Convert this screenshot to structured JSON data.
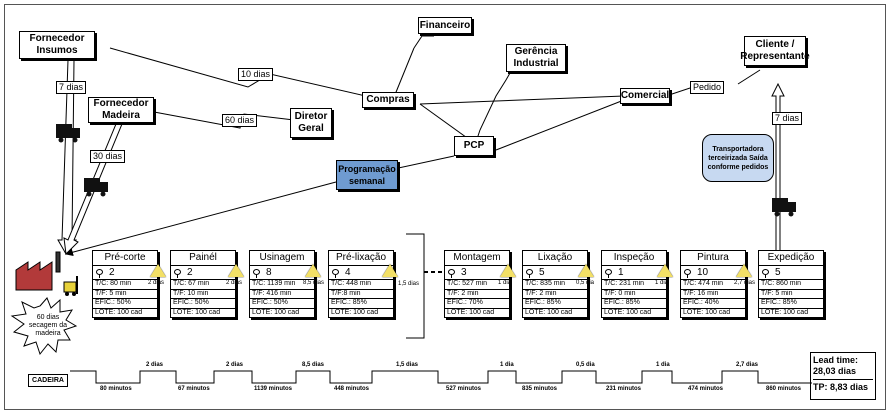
{
  "suppliers": {
    "insumos": "Fornecedor Insumos",
    "madeira": "Fornecedor Madeira"
  },
  "offices": {
    "financeiro": "Financeiro",
    "gerencia": "Gerência Industrial",
    "compras": "Compras",
    "comercial": "Comercial",
    "diretor": "Diretor Geral",
    "pcp": "PCP",
    "cliente": "Cliente / Representante"
  },
  "programacao": "Programação semanal",
  "transportadora": "Transportadora terceirizada Saída conforme pedidos",
  "info_labels": {
    "dez_dias": "10 dias",
    "sessenta_dias": "60 dias",
    "sete_dias_in": "7 dias",
    "trinta_dias": "30 dias",
    "pedido": "Pedido",
    "sete_dias_out": "7 dias"
  },
  "secagem": "60 dias secagem da madeira",
  "processes": [
    {
      "name": "Pré-corte",
      "operators": "2",
      "tc": "T/C: 80 min",
      "tf": "T/F: 5 min",
      "efic": "EFIC.: 50%",
      "lote": "LOTE: 100 cad"
    },
    {
      "name": "Painél",
      "operators": "2",
      "tc": "T/C: 67 min",
      "tf": "T/F: 10 min",
      "efic": "EFIC.: 50%",
      "lote": "LOTE: 100 cad"
    },
    {
      "name": "Usinagem",
      "operators": "8",
      "tc": "T/C: 1139 min",
      "tf": "T/F: 416 min",
      "efic": "EFIC.: 50%",
      "lote": "LOTE: 100 cad"
    },
    {
      "name": "Pré-lixação",
      "operators": "4",
      "tc": "T/C: 448 min",
      "tf": "T/F:8 min",
      "efic": "EFIC.: 85%",
      "lote": "LOTE: 100 cad"
    },
    {
      "name": "Montagem",
      "operators": "3",
      "tc": "T/C: 527 min",
      "tf": "T/F: 2 min",
      "efic": "EFIC.: 70%",
      "lote": "LOTE: 100 cad"
    },
    {
      "name": "Lixação",
      "operators": "5",
      "tc": "T/C: 835 min",
      "tf": "T/F: 2 min",
      "efic": "EFIC.: 85%",
      "lote": "LOTE: 100 cad"
    },
    {
      "name": "Inspeção",
      "operators": "1",
      "tc": "T/C: 231 min",
      "tf": "T/F: 0 min",
      "efic": "EFIC.: 85%",
      "lote": "LOTE: 100 cad"
    },
    {
      "name": "Pintura",
      "operators": "10",
      "tc": "T/C: 474 min",
      "tf": "T/F: 16 min",
      "efic": "EFIC.: 40%",
      "lote": "LOTE: 100 cad"
    },
    {
      "name": "Expedição",
      "operators": "5",
      "tc": "T/C: 860 min",
      "tf": "T/F: 5 min",
      "efic": "EFIC.: 85%",
      "lote": "LOTE: 100 cad"
    }
  ],
  "inventories": [
    "2 dias",
    "2 dias",
    "8,5 dias",
    "1,5 dias",
    "1 dia",
    "0,5 dia",
    "1 dia",
    "2,7 dias"
  ],
  "timeline": {
    "label": "CADEIRA",
    "waits": [
      "2 dias",
      "2 dias",
      "8,5 dias",
      "1,5 dias",
      "1 dia",
      "0,5 dia",
      "1 dia",
      "2,7 dias"
    ],
    "processing": [
      "80 minutos",
      "67 minutos",
      "1139 minutos",
      "448 minutos",
      "527 minutos",
      "835 minutos",
      "231 minutos",
      "474 minutos",
      "860 minutos"
    ],
    "lead_time_label": "Lead time:",
    "lead_time_value": "28,03 dias",
    "tp": "TP: 8,83 dias"
  },
  "colors": {
    "program_box": "#6f9bd1",
    "transport_box": "#c7d9f1",
    "inventory": "#f3e066",
    "star": "#ffffff"
  }
}
